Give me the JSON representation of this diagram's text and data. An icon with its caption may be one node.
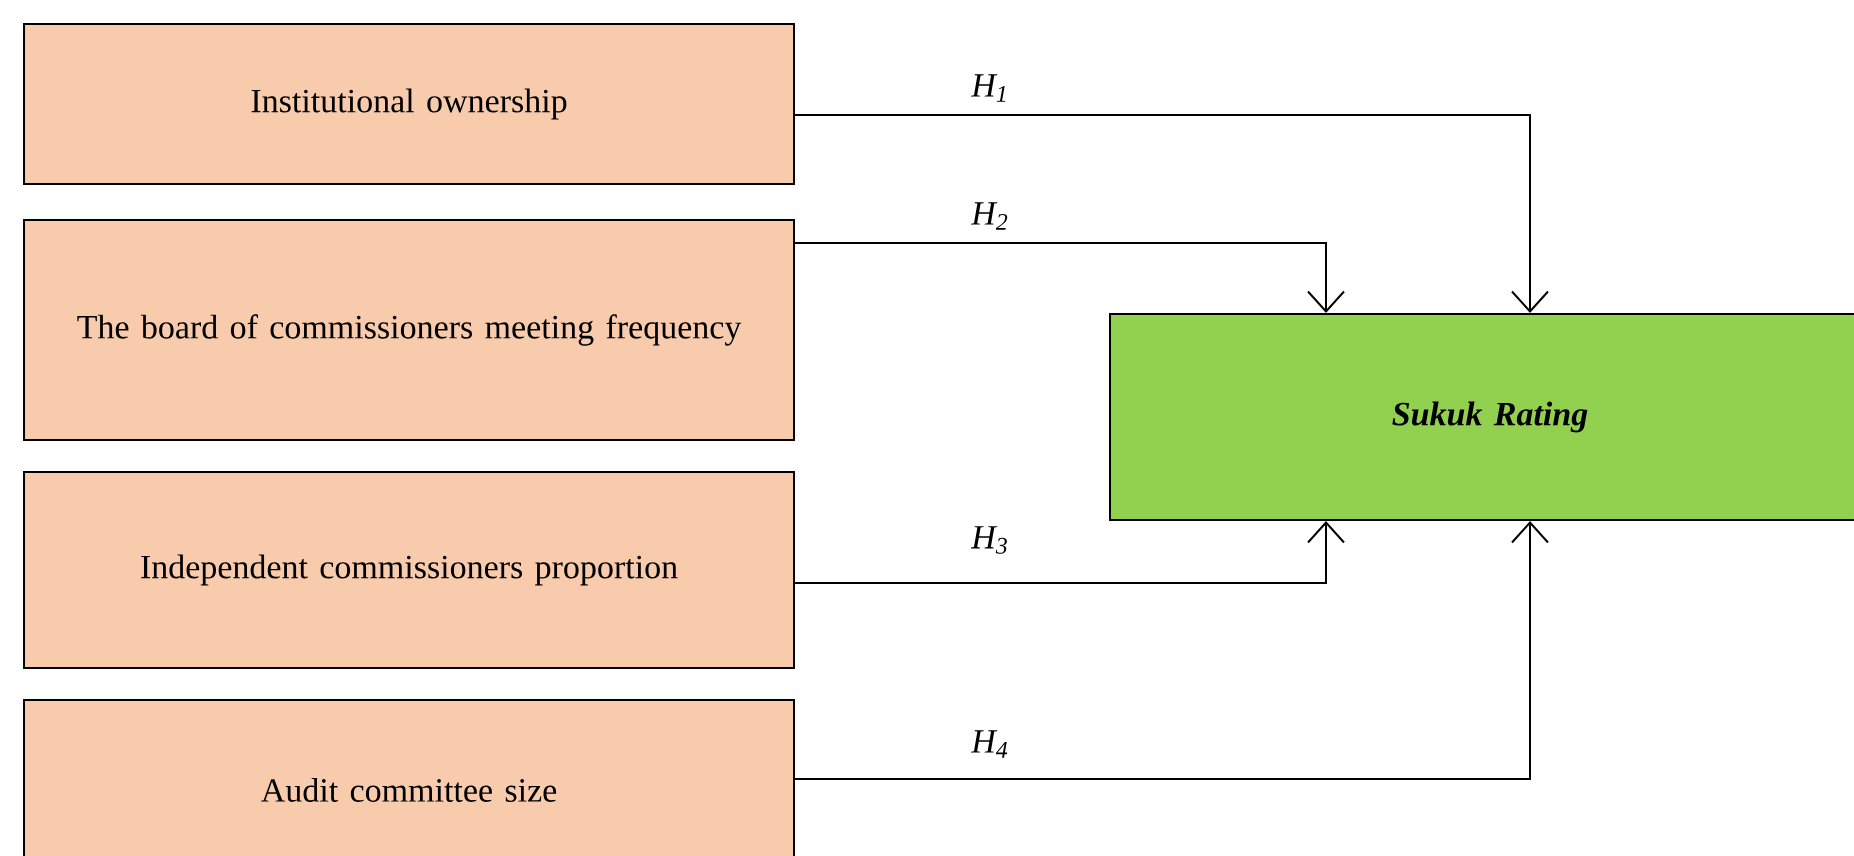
{
  "diagram": {
    "nodes": [
      {
        "text": [
          "Institutional ownership"
        ]
      },
      {
        "text": [
          "The board of commissioners meeting frequency"
        ]
      },
      {
        "text": [
          "Independent commissioners proportion"
        ]
      },
      {
        "text": [
          "Audit committee size"
        ]
      },
      {
        "text": [
          "Sukuk Rating"
        ]
      }
    ],
    "edges": [
      {
        "from": 0,
        "to": 4,
        "arrow": "to",
        "label": "H$_{1}$"
      },
      {
        "from": 1,
        "to": 4,
        "arrow": "to",
        "label": "H$_{2}$"
      },
      {
        "from": 2,
        "to": 4,
        "arrow": "to",
        "label": "H$_{3}$"
      },
      {
        "from": 3,
        "to": 4,
        "arrow": "to",
        "label": "H$_{4}$"
      }
    ]
  }
}
